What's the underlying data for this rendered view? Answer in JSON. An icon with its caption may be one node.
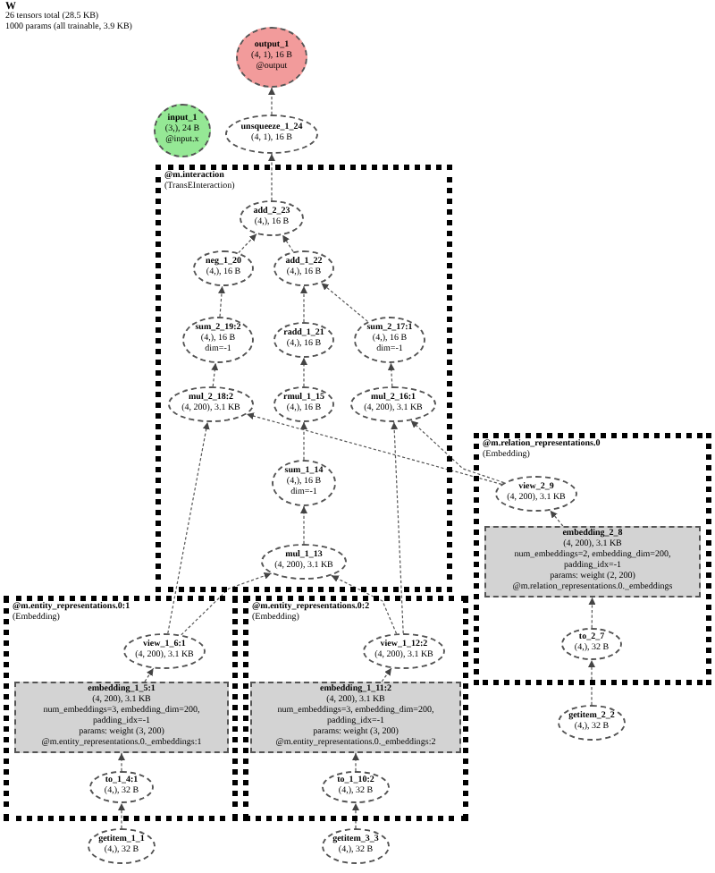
{
  "diagram": {
    "title": "W",
    "labels": [
      "26 tensors total (28.5 KB)",
      "1000 params (all trainable, 3.9 KB)"
    ],
    "nodes": [
      {
        "text": [
          "output_1",
          "(4, 1), 16 B",
          "@output"
        ]
      },
      {
        "text": [
          "input_1",
          "(3,), 24 B",
          "@input.x"
        ]
      },
      {
        "text": [
          "unsqueeze_1_24",
          "(4, 1), 16 B"
        ]
      },
      {
        "text": [
          "@m.interaction",
          "(TransEInteraction)"
        ]
      },
      {
        "text": [
          "add_2_23",
          "(4,), 16 B"
        ],
        "in": 3
      },
      {
        "text": [
          "neg_1_20",
          "(4,), 16 B"
        ],
        "in": 3
      },
      {
        "text": [
          "add_1_22",
          "(4,), 16 B"
        ],
        "in": 3
      },
      {
        "text": [
          "sum_2_19:2",
          "(4,), 16 B",
          "dim=-1"
        ],
        "in": 3
      },
      {
        "text": [
          "radd_1_21",
          "(4,), 16 B"
        ],
        "in": 3
      },
      {
        "text": [
          "sum_2_17:1",
          "(4,), 16 B",
          "dim=-1"
        ],
        "in": 3
      },
      {
        "text": [
          "mul_2_18:2",
          "(4, 200), 3.1 KB"
        ],
        "in": 3
      },
      {
        "text": [
          "rmul_1_15",
          "(4,), 16 B"
        ],
        "in": 3
      },
      {
        "text": [
          "mul_2_16:1",
          "(4, 200), 3.1 KB"
        ],
        "in": 3
      },
      {
        "text": [
          "sum_1_14",
          "(4,), 16 B",
          "dim=-1"
        ],
        "in": 3
      },
      {
        "text": [
          "mul_1_13",
          "(4, 200), 3.1 KB"
        ],
        "in": 3
      },
      {
        "text": [
          "@m.relation_representations.0",
          "(Embedding)"
        ]
      },
      {
        "text": [
          "view_2_9",
          "(4, 200), 3.1 KB"
        ],
        "in": 15
      },
      {
        "text": [
          "embedding_2_8",
          "(4, 200), 3.1 KB",
          "num_embeddings=2, embedding_dim=200, padding_idx=-1",
          "params: weight (2, 200)",
          "@m.relation_representations.0._embeddings"
        ],
        "in": 15
      },
      {
        "text": [
          "to_2_7",
          "(4,), 32 B"
        ],
        "in": 15
      },
      {
        "text": [
          "getitem_2_2",
          "(4,), 32 B"
        ]
      },
      {
        "text": [
          "@m.entity_representations.0:1",
          "(Embedding)"
        ]
      },
      {
        "text": [
          "view_1_6:1",
          "(4, 200), 3.1 KB"
        ],
        "in": 20
      },
      {
        "text": [
          "embedding_1_5:1",
          "(4, 200), 3.1 KB",
          "num_embeddings=3, embedding_dim=200, padding_idx=-1",
          "params: weight (3, 200)",
          "@m.entity_representations.0._embeddings:1"
        ],
        "in": 20
      },
      {
        "text": [
          "to_1_4:1",
          "(4,), 32 B"
        ],
        "in": 20
      },
      {
        "text": [
          "@m.entity_representations.0:2",
          "(Embedding)"
        ]
      },
      {
        "text": [
          "view_1_12:2",
          "(4, 200), 3.1 KB"
        ],
        "in": 24
      },
      {
        "text": [
          "embedding_1_11:2",
          "(4, 200), 3.1 KB",
          "num_embeddings=3, embedding_dim=200, padding_idx=-1",
          "params: weight (3, 200)",
          "@m.entity_representations.0._embeddings:2"
        ],
        "in": 24
      },
      {
        "text": [
          "to_1_10:2",
          "(4,), 32 B"
        ],
        "in": 24
      },
      {
        "text": [
          "getitem_1_1",
          "(4,), 32 B"
        ]
      },
      {
        "text": [
          "getitem_3_3",
          "(4,), 32 B"
        ]
      }
    ],
    "edges": [
      {
        "from": 2,
        "to": 0,
        "arrow": "to"
      },
      {
        "from": 4,
        "to": 2,
        "arrow": "to"
      },
      {
        "from": 5,
        "to": 4,
        "arrow": "to"
      },
      {
        "from": 6,
        "to": 4,
        "arrow": "to"
      },
      {
        "from": 7,
        "to": 5,
        "arrow": "to"
      },
      {
        "from": 8,
        "to": 6,
        "arrow": "to"
      },
      {
        "from": 9,
        "to": 6,
        "arrow": "to"
      },
      {
        "from": 10,
        "to": 7,
        "arrow": "to"
      },
      {
        "from": 11,
        "to": 8,
        "arrow": "to"
      },
      {
        "from": 12,
        "to": 9,
        "arrow": "to"
      },
      {
        "from": 13,
        "to": 11,
        "arrow": "to"
      },
      {
        "from": 14,
        "to": 13,
        "arrow": "to"
      },
      {
        "from": 16,
        "to": 10,
        "arrow": "to"
      },
      {
        "from": 16,
        "to": 12,
        "arrow": "to"
      },
      {
        "from": 17,
        "to": 16,
        "arrow": "to"
      },
      {
        "from": 18,
        "to": 17,
        "arrow": "to"
      },
      {
        "from": 19,
        "to": 18,
        "arrow": "to"
      },
      {
        "from": 21,
        "to": 10,
        "arrow": "to"
      },
      {
        "from": 21,
        "to": 14,
        "arrow": "to"
      },
      {
        "from": 22,
        "to": 21,
        "arrow": "to"
      },
      {
        "from": 23,
        "to": 22,
        "arrow": "to"
      },
      {
        "from": 28,
        "to": 23,
        "arrow": "to"
      },
      {
        "from": 25,
        "to": 14,
        "arrow": "to"
      },
      {
        "from": 25,
        "to": 12,
        "arrow": "to"
      },
      {
        "from": 26,
        "to": 25,
        "arrow": "to"
      },
      {
        "from": 27,
        "to": 26,
        "arrow": "to"
      },
      {
        "from": 29,
        "to": 27,
        "arrow": "to"
      }
    ]
  }
}
